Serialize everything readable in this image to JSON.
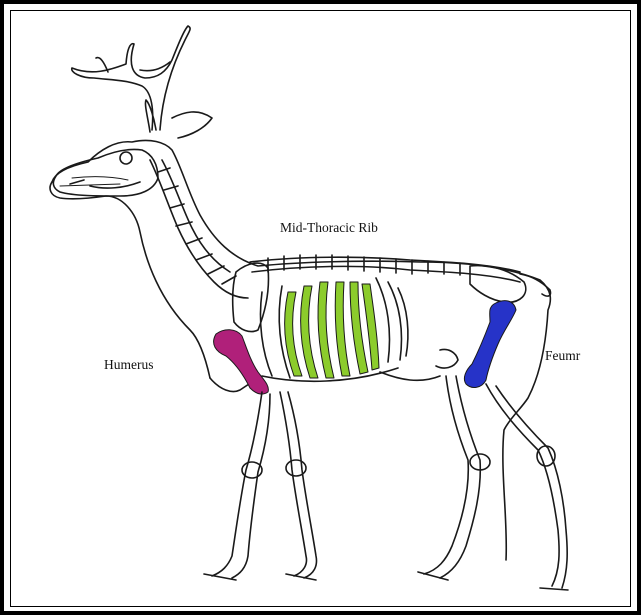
{
  "labels": {
    "rib": "Mid-Thoracic Rib",
    "humerus": "Humerus",
    "femur": "Feumr"
  },
  "colors": {
    "rib": "#8ccc2c",
    "humerus": "#b0207a",
    "femur": "#2633c8",
    "outline": "#1a1a1a"
  }
}
